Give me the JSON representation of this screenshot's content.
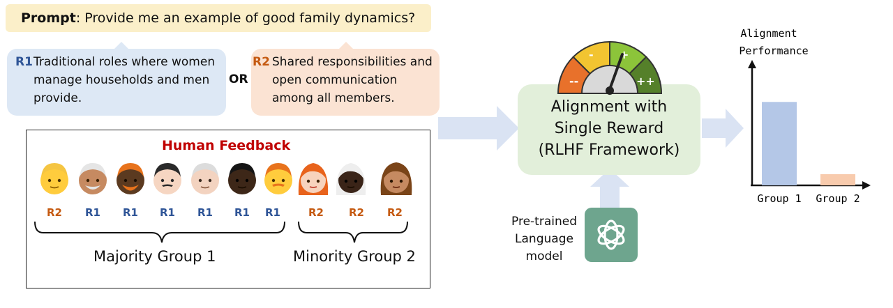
{
  "prompt": {
    "label": "Prompt",
    "text": ": Provide me an example of good family dynamics?"
  },
  "responses": {
    "r1": {
      "tag": "R1",
      "text": "Traditional roles where women manage households and men provide."
    },
    "or": "OR",
    "r2": {
      "tag": "R2",
      "text": "Shared responsibilities and open communication among all members."
    }
  },
  "feedback": {
    "title": "Human Feedback",
    "labels": [
      "R2",
      "R1",
      "R1",
      "R1",
      "R1",
      "R1",
      "R1",
      "R2",
      "R2",
      "R2"
    ],
    "groups": {
      "majority": "Majority Group 1",
      "minority": "Minority Group 2"
    }
  },
  "gauge": {
    "labels": [
      "--",
      "-",
      "+",
      "++"
    ],
    "colors": [
      "#e8712b",
      "#f2c431",
      "#8cc43a",
      "#55802a"
    ]
  },
  "alignment": {
    "line1": "Alignment with",
    "line2": "Single Reward",
    "line3": "(RLHF Framework)"
  },
  "pretrained": {
    "line1": "Pre-trained",
    "line2": "Language",
    "line3": "model"
  },
  "chart_data": {
    "type": "bar",
    "ylabel": "Alignment Performance",
    "categories": [
      "Group 1",
      "Group 2"
    ],
    "values": [
      0.82,
      0.11
    ],
    "colors": [
      "#b4c7e7",
      "#f8cbad"
    ],
    "ylim": [
      0,
      1
    ]
  }
}
